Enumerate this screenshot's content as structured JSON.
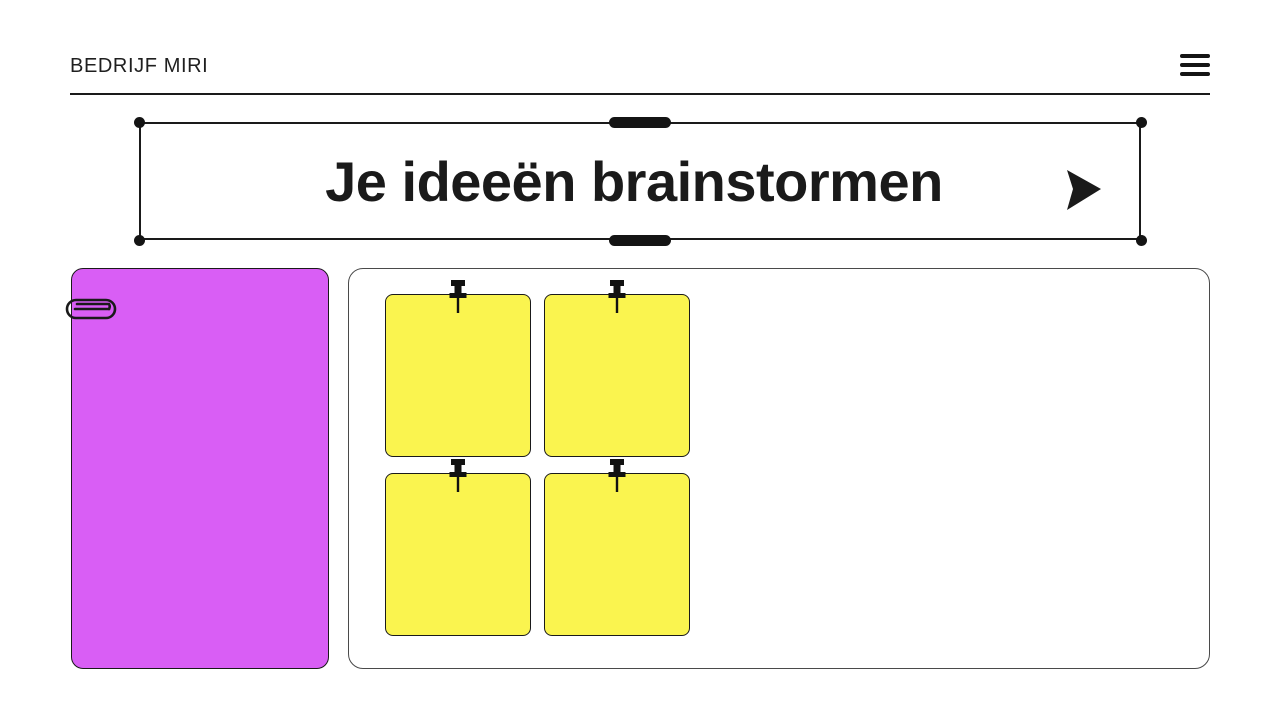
{
  "header": {
    "brand": "BEDRIJF MIRI",
    "menu_icon": "hamburger-menu-icon"
  },
  "slide": {
    "title": "Je ideeën brainstormen",
    "play_icon": "play-triangle-icon",
    "selection_handles": [
      "top-left",
      "top-center",
      "top-right",
      "bottom-left",
      "bottom-center",
      "bottom-right"
    ]
  },
  "content": {
    "attachment_card": {
      "color": "#d95ef5",
      "icon": "paperclip-icon"
    },
    "board": {
      "notes": [
        {
          "id": "note-1",
          "color": "#faf44f",
          "pin_icon": "pushpin-icon",
          "text": ""
        },
        {
          "id": "note-2",
          "color": "#faf44f",
          "pin_icon": "pushpin-icon",
          "text": ""
        },
        {
          "id": "note-3",
          "color": "#faf44f",
          "pin_icon": "pushpin-icon",
          "text": ""
        },
        {
          "id": "note-4",
          "color": "#faf44f",
          "pin_icon": "pushpin-icon",
          "text": ""
        }
      ]
    }
  },
  "colors": {
    "ink": "#1a1a1a",
    "purple": "#d95ef5",
    "yellow": "#faf44f",
    "background": "#ffffff"
  }
}
